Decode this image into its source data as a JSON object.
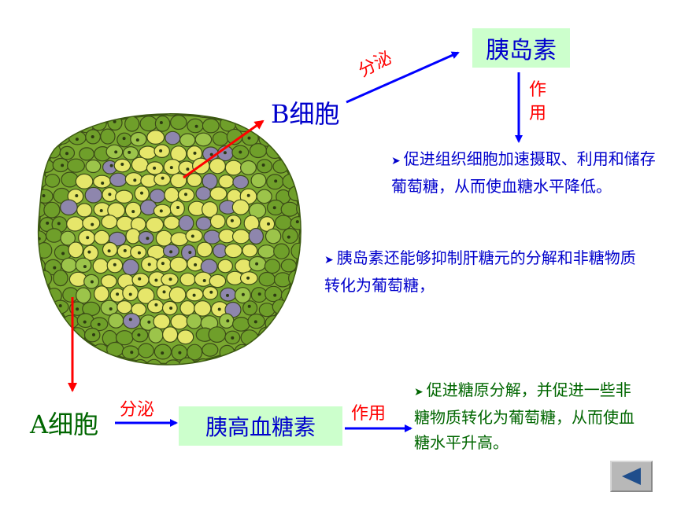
{
  "nodes": {
    "b_cell": "B细胞",
    "a_cell": "A细胞",
    "insulin": "胰岛素",
    "glucagon": "胰高血糖素"
  },
  "edges": {
    "b_secrete": "分泌",
    "a_secrete": "分泌",
    "insulin_action": "作用",
    "glucagon_action": "作用"
  },
  "effects": {
    "insulin_1": "促进组织细胞加速摄取、利用和储存葡萄糖，从而使血糖水平降低。",
    "insulin_2": "胰岛素还能够抑制肝糖元的分解和非糖物质转化为葡萄糖，",
    "glucagon_1": "促进糖原分解，并促进一些非糖物质转化为葡萄糖，从而使血糖水平升高。"
  },
  "colors": {
    "arrow_blue": "#0000ff",
    "arrow_red": "#ff0000",
    "text_blue": "#0000cc",
    "text_green": "#006600",
    "box_green": "#ccffcc",
    "label_red": "#ff0000"
  },
  "icons": {
    "nav": "back-triangle-icon"
  }
}
